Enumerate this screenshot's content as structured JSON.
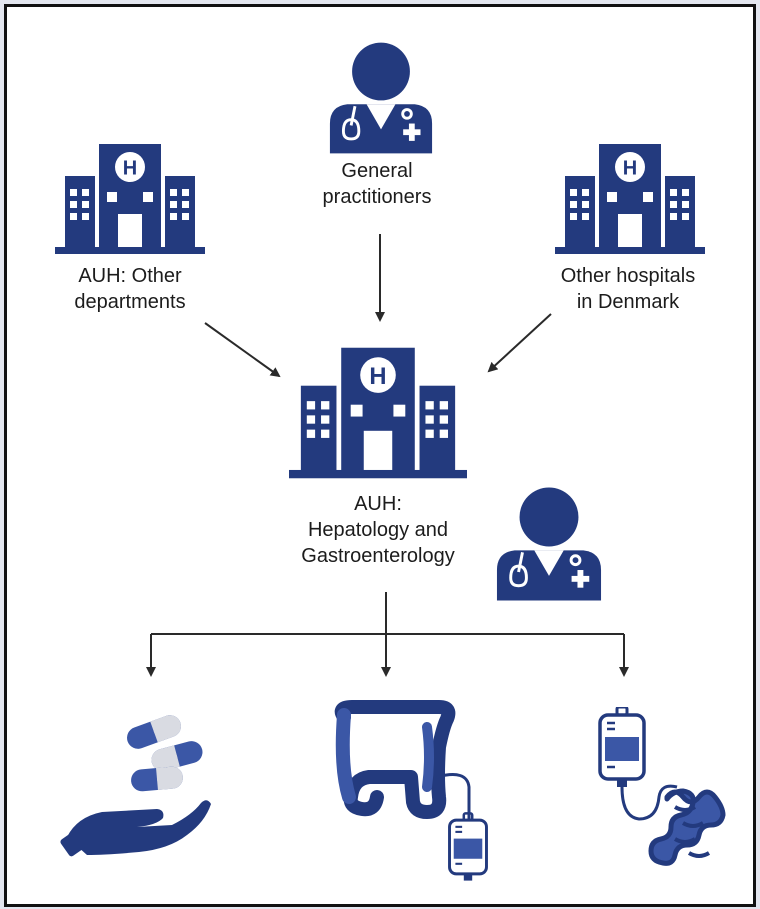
{
  "nodes": {
    "general_practitioners": {
      "line1": "General",
      "line2": "practitioners"
    },
    "auh_other": {
      "line1": "AUH: Other",
      "line2": "departments"
    },
    "other_hospitals": {
      "line1": "Other hospitals",
      "line2": "in Denmark"
    },
    "auh_hepatology": {
      "line1": "AUH:",
      "line2": "Hepatology and",
      "line3": "Gastroenterology"
    }
  },
  "icons": {
    "doctor_top": "doctor-icon",
    "hospital_left": "hospital-icon",
    "hospital_right": "hospital-icon",
    "hospital_center": "hospital-icon",
    "doctor_right": "doctor-icon",
    "medication": "pills-hand-icon",
    "colon": "colon-iv-icon",
    "intestine": "intestine-iv-icon"
  },
  "colors": {
    "icon_navy": "#233a7e",
    "icon_mid": "#3b57a6",
    "arrow": "#2a2a2a",
    "text": "#1c1c1c"
  }
}
